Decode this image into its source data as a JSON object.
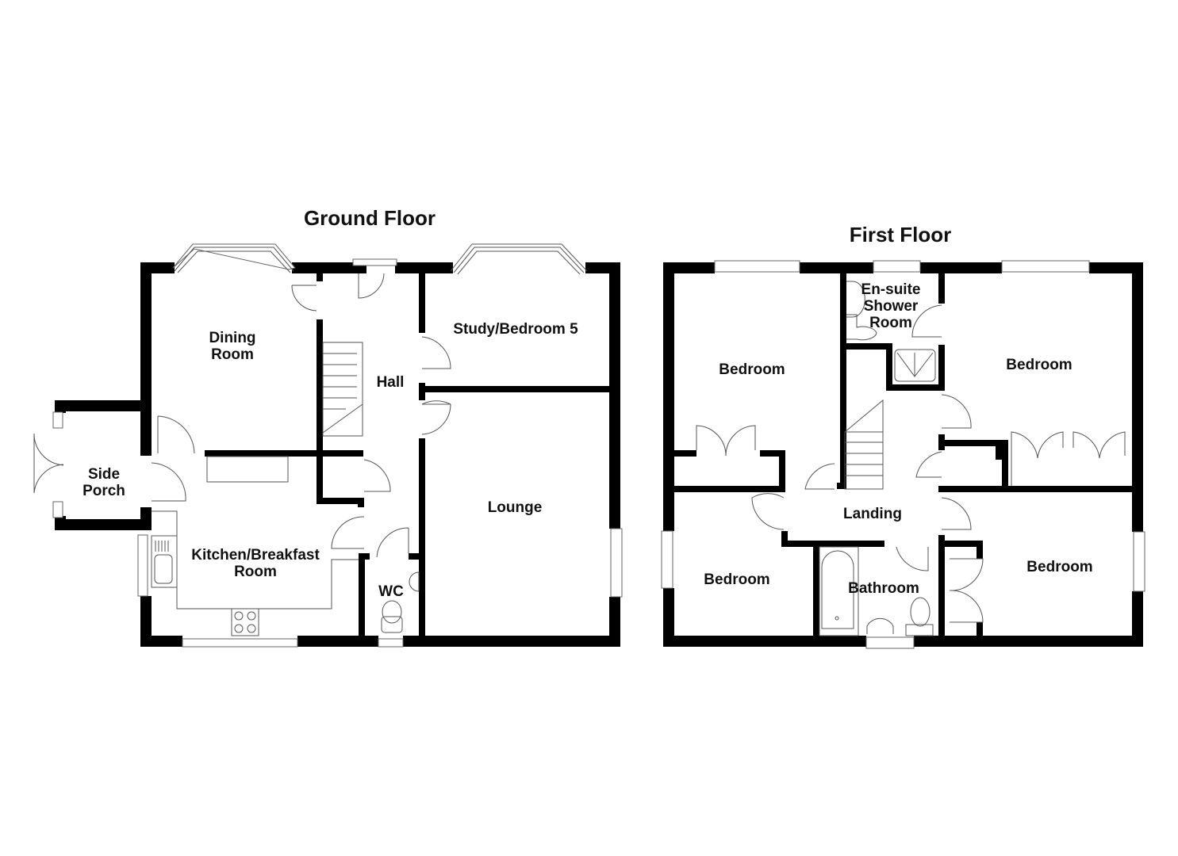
{
  "ground_floor": {
    "title": "Ground Floor",
    "rooms": {
      "dining": [
        "Dining",
        "Room"
      ],
      "hall": "Hall",
      "study": "Study/Bedroom 5",
      "lounge": "Lounge",
      "side_porch": [
        "Side",
        "Porch"
      ],
      "kitchen": [
        "Kitchen/Breakfast",
        "Room"
      ],
      "wc": "WC"
    }
  },
  "first_floor": {
    "title": "First Floor",
    "rooms": {
      "bedroom_front_left": "Bedroom",
      "ensuite": [
        "En-suite",
        "Shower",
        "Room"
      ],
      "bedroom_front_right": "Bedroom",
      "landing": "Landing",
      "bedroom_rear_left": "Bedroom",
      "bathroom": "Bathroom",
      "bedroom_rear_right": "Bedroom"
    }
  },
  "colors": {
    "wall": "#000000",
    "fixture_line": "#555555",
    "background": "#ffffff"
  }
}
